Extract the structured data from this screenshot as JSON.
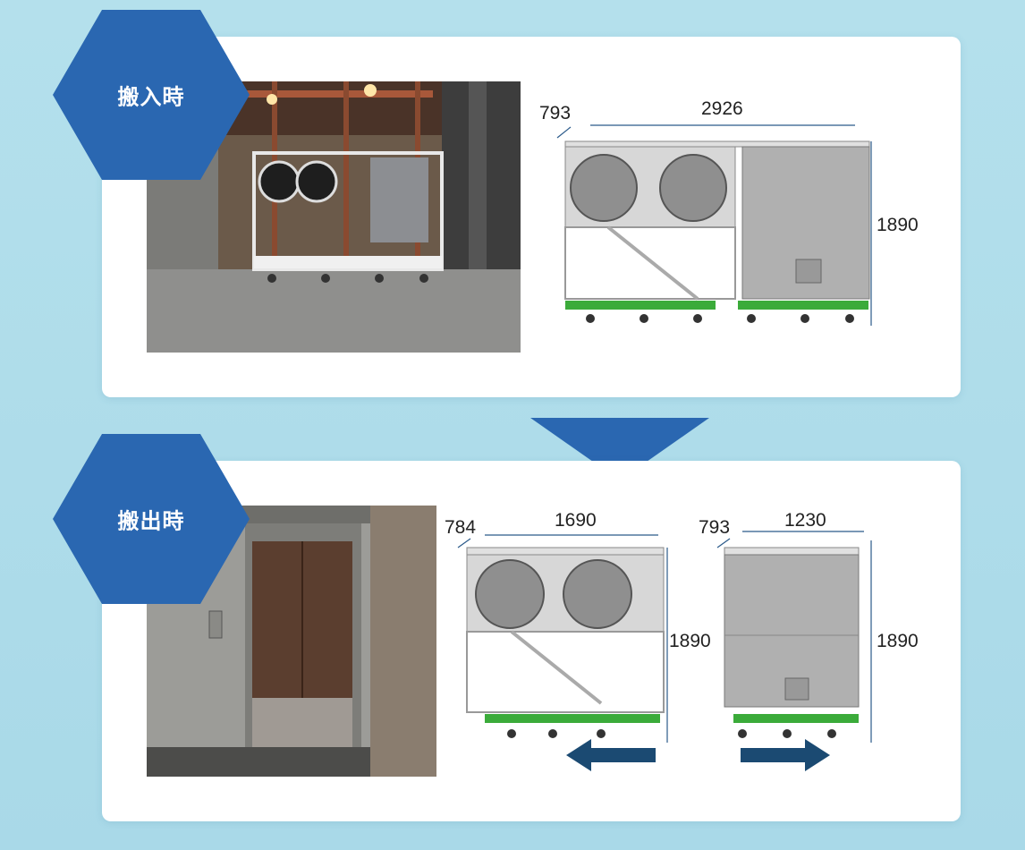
{
  "top": {
    "label": "搬入時",
    "dims": {
      "depth": "793",
      "width": "2926",
      "height": "1890"
    }
  },
  "bottom": {
    "label": "搬出時",
    "left_unit": {
      "depth": "784",
      "width": "1690",
      "height": "1890"
    },
    "right_unit": {
      "depth": "793",
      "width": "1230",
      "height": "1890"
    }
  },
  "colors": {
    "hex": "#2a67b1",
    "arrow_dark": "#1b4a72",
    "base_green": "#3bab3a",
    "background": "#b4e0ec"
  },
  "icons": [
    "arrow-down-icon",
    "arrow-left-icon",
    "arrow-right-icon"
  ]
}
